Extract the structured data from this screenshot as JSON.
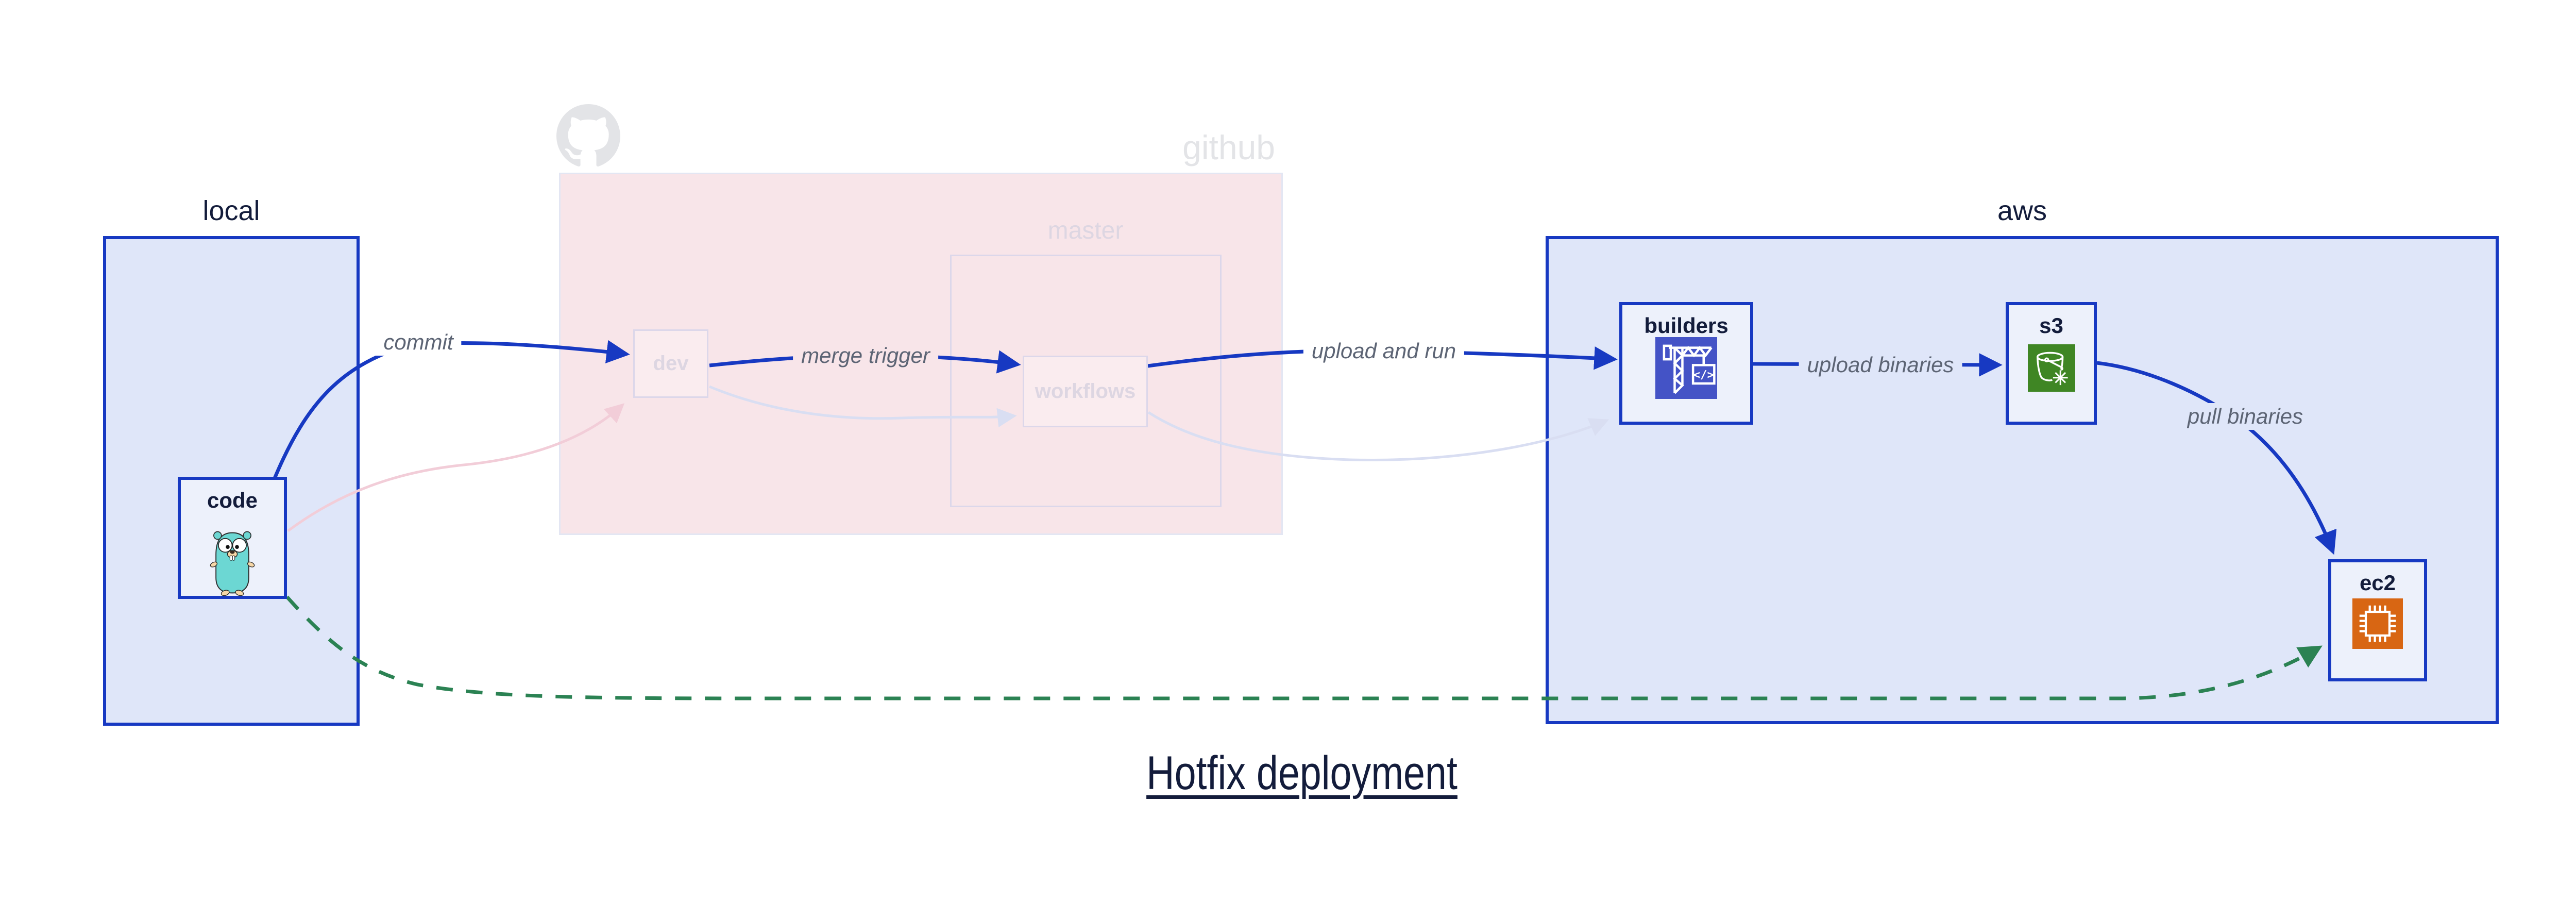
{
  "title": "Hotfix deployment",
  "regions": {
    "local": {
      "label": "local"
    },
    "github": {
      "label": "github",
      "master_label": "master"
    },
    "aws": {
      "label": "aws"
    }
  },
  "nodes": {
    "code": {
      "label": "code",
      "icon": "go-gopher-icon"
    },
    "dev": {
      "label": "dev"
    },
    "workflows": {
      "label": "workflows"
    },
    "builders": {
      "label": "builders",
      "icon": "codebuild-crane-icon"
    },
    "s3": {
      "label": "s3",
      "icon": "s3-bucket-snowflake-icon"
    },
    "ec2": {
      "label": "ec2",
      "icon": "ec2-chip-icon"
    }
  },
  "edges": {
    "commit": {
      "label": "commit",
      "from": "code",
      "to": "dev",
      "style": "solid-blue"
    },
    "merge_trigger": {
      "label": "merge trigger",
      "from": "dev",
      "to": "workflows",
      "style": "solid-blue"
    },
    "upload_and_run": {
      "label": "upload and run",
      "from": "workflows",
      "to": "builders",
      "style": "solid-blue"
    },
    "upload_binaries": {
      "label": "upload binaries",
      "from": "builders",
      "to": "s3",
      "style": "solid-blue"
    },
    "pull_binaries": {
      "label": "pull binaries",
      "from": "s3",
      "to": "ec2",
      "style": "solid-blue"
    },
    "code_to_dev_faded": {
      "label": "",
      "from": "code",
      "to": "dev",
      "style": "faded-pink"
    },
    "dev_to_workflows_faded": {
      "label": "",
      "from": "dev",
      "to": "workflows",
      "style": "faded-lavender"
    },
    "workflows_to_builders_faded": {
      "label": "",
      "from": "workflows",
      "to": "builders",
      "style": "faded-lavender"
    },
    "hotfix_dashed": {
      "label": "",
      "from": "code",
      "to": "ec2",
      "style": "dashed-green"
    }
  },
  "decorations": {
    "github_logo": "github-octocat-icon"
  },
  "colors": {
    "accent_blue": "#1739c2",
    "ink": "#131c3b",
    "region_blue": "#dfe6f9",
    "node_fill": "#edf1fb",
    "pink": "#f8e5e9",
    "pink_border": "#e3e6f3",
    "faded_border": "#dcd7ea",
    "faded_text": "#ddd6e2",
    "github_gray": "#e3e4e7",
    "edge_label_gray": "#5c6474",
    "hotfix_green": "#2b8253",
    "faded_pink_edge": "#f2cdd8",
    "faded_lavender_edge": "#d9def2",
    "builders_icon_bg": "#4453c6",
    "s3_icon_bg": "#3f8624",
    "ec2_icon_bg": "#d86613"
  }
}
